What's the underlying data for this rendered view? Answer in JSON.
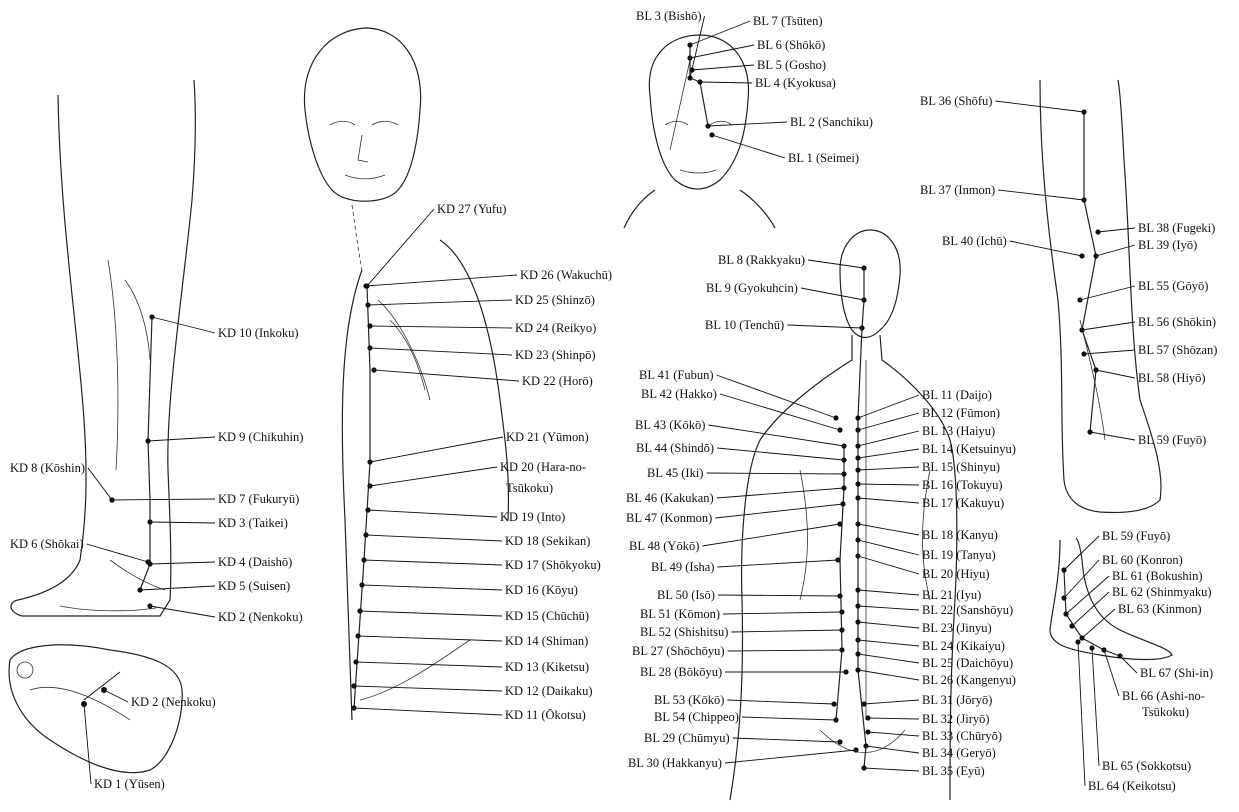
{
  "kd_leg": [
    {
      "text": "KD 10 (Inkoku)"
    },
    {
      "text": "KD 9 (Chikuhin)"
    },
    {
      "text": "KD 8 (Kōshin)"
    },
    {
      "text": "KD 7 (Fukuryū)"
    },
    {
      "text": "KD 3 (Taikei)"
    },
    {
      "text": "KD 6 (Shōkai)"
    },
    {
      "text": "KD 4 (Daishō)"
    },
    {
      "text": "KD 5 (Suisen)"
    },
    {
      "text": "KD 2 (Nenkoku)"
    },
    {
      "text": "KD 2 (Nenkoku)"
    },
    {
      "text": "KD 1 (Yūsen)"
    }
  ],
  "kd_torso": [
    {
      "text": "KD 27 (Yufu)"
    },
    {
      "text": "KD 26 (Wakuchū)"
    },
    {
      "text": "KD 25 (Shinzō)"
    },
    {
      "text": "KD 24 (Reikyo)"
    },
    {
      "text": "KD 23 (Shinpō)"
    },
    {
      "text": "KD 22 (Horō)"
    },
    {
      "text": "KD 21 (Yūmon)"
    },
    {
      "text": "KD 20 (Hara-no-"
    },
    {
      "text": "Tsūkoku)"
    },
    {
      "text": "KD 19 (Into)"
    },
    {
      "text": "KD 18 (Sekikan)"
    },
    {
      "text": "KD 17 (Shōkyoku)"
    },
    {
      "text": "KD 16 (Kōyu)"
    },
    {
      "text": "KD 15 (Chūchū)"
    },
    {
      "text": "KD 14 (Shiman)"
    },
    {
      "text": "KD 13 (Kiketsu)"
    },
    {
      "text": "KD 12 (Daikaku)"
    },
    {
      "text": "KD 11 (Ōkotsu)"
    }
  ],
  "bl_head": [
    {
      "text": "BL 3 (Bishō)"
    },
    {
      "text": "BL 7 (Tsūten)"
    },
    {
      "text": "BL 6 (Shōkō)"
    },
    {
      "text": "BL 5 (Gosho)"
    },
    {
      "text": "BL 4 (Kyokusa)"
    },
    {
      "text": "BL 2 (Sanchiku)"
    },
    {
      "text": "BL 1 (Seimei)"
    }
  ],
  "bl_back_left": [
    {
      "text": "BL 8 (Rakkyaku)"
    },
    {
      "text": "BL 9 (Gyokuhcin)"
    },
    {
      "text": "BL 10 (Tenchū)"
    },
    {
      "text": "BL 41 (Fubun)"
    },
    {
      "text": "BL 42 (Hakko)"
    },
    {
      "text": "BL 43 (Kōkō)"
    },
    {
      "text": "BL 44 (Shindō)"
    },
    {
      "text": "BL 45 (Iki)"
    },
    {
      "text": "BL 46 (Kakukan)"
    },
    {
      "text": "BL 47 (Konmon)"
    },
    {
      "text": "BL 48 (Yōkō)"
    },
    {
      "text": "BL 49 (Isha)"
    },
    {
      "text": "BL 50 (Isō)"
    },
    {
      "text": "BL 51 (Kōmon)"
    },
    {
      "text": "BL 52 (Shishitsu)"
    },
    {
      "text": "BL 27 (Shōchōyu)"
    },
    {
      "text": "BL 28 (Bōkōyu)"
    },
    {
      "text": "BL 53 (Kōkō)"
    },
    {
      "text": "BL 54 (Chippeo)"
    },
    {
      "text": "BL 29 (Chūmyu)"
    },
    {
      "text": "BL 30 (Hakkanyu)"
    }
  ],
  "bl_back_right": [
    {
      "text": "BL 11 (Daijo)"
    },
    {
      "text": "BL 12 (Fūmon)"
    },
    {
      "text": "BL 13 (Haiyu)"
    },
    {
      "text": "BL 14 (Ketsuinyu)"
    },
    {
      "text": "BL 15 (Shinyu)"
    },
    {
      "text": "BL 16 (Tokuyu)"
    },
    {
      "text": "BL 17 (Kakuyu)"
    },
    {
      "text": "BL 18 (Kanyu)"
    },
    {
      "text": "BL 19 (Tanyu)"
    },
    {
      "text": "BL 20 (Hiyu)"
    },
    {
      "text": "BL 21 (Iyu)"
    },
    {
      "text": "BL 22 (Sanshōyu)"
    },
    {
      "text": "BL 23 (Jinyu)"
    },
    {
      "text": "BL 24 (Kikaiyu)"
    },
    {
      "text": "BL 25 (Daichōyu)"
    },
    {
      "text": "BL 26 (Kangenyu)"
    },
    {
      "text": "BL 31 (Jōryō)"
    },
    {
      "text": "BL 32 (Jiryō)"
    },
    {
      "text": "BL 33 (Chūryō)"
    },
    {
      "text": "BL 34 (Geryō)"
    },
    {
      "text": "BL 35 (Eyū)"
    }
  ],
  "bl_leg": [
    {
      "text": "BL 36 (Shōfu)"
    },
    {
      "text": "BL 37 (Inmon)"
    },
    {
      "text": "BL 38 (Fugeki)"
    },
    {
      "text": "BL 40 (Ichū)"
    },
    {
      "text": "BL 39 (Iyō)"
    },
    {
      "text": "BL 55 (Gōyō)"
    },
    {
      "text": "BL 56 (Shōkin)"
    },
    {
      "text": "BL 57 (Shōzan)"
    },
    {
      "text": "BL 58 (Hiyō)"
    },
    {
      "text": "BL 59 (Fuyō)"
    }
  ],
  "bl_foot": [
    {
      "text": "BL 59 (Fuyō)"
    },
    {
      "text": "BL 60 (Konron)"
    },
    {
      "text": "BL 61 (Bokushin)"
    },
    {
      "text": "BL 62 (Shinmyaku)"
    },
    {
      "text": "BL 63 (Kinmon)"
    },
    {
      "text": "BL 67 (Shi-in)"
    },
    {
      "text": "BL 66 (Ashi-no-"
    },
    {
      "text": "Tsūkoku)"
    },
    {
      "text": "BL 65 (Sokkotsu)"
    },
    {
      "text": "BL 64 (Keikotsu)"
    }
  ]
}
